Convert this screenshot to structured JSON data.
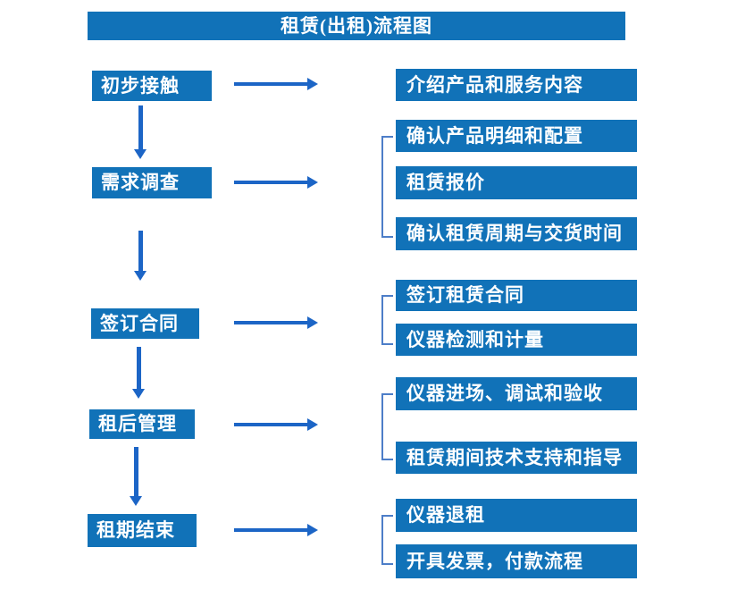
{
  "title": "租赁(出租)流程图",
  "colors": {
    "box_blue": "#1172B8",
    "arrow_blue": "#1C65C6",
    "bracket_blue": "#4D7EC8",
    "text_white": "#ffffff"
  },
  "flow": [
    {
      "step": "初步接触",
      "details": [
        "介绍产品和服务内容"
      ]
    },
    {
      "step": "需求调查",
      "details": [
        "确认产品明细和配置",
        "租赁报价",
        "确认租赁周期与交货时间"
      ]
    },
    {
      "step": "签订合同",
      "details": [
        "签订租赁合同",
        "仪器检测和计量"
      ]
    },
    {
      "step": "租后管理",
      "details": [
        "仪器进场、调试和验收",
        "租赁期间技术支持和指导"
      ]
    },
    {
      "step": "租期结束",
      "details": [
        "仪器退租",
        "开具发票，付款流程"
      ]
    }
  ]
}
